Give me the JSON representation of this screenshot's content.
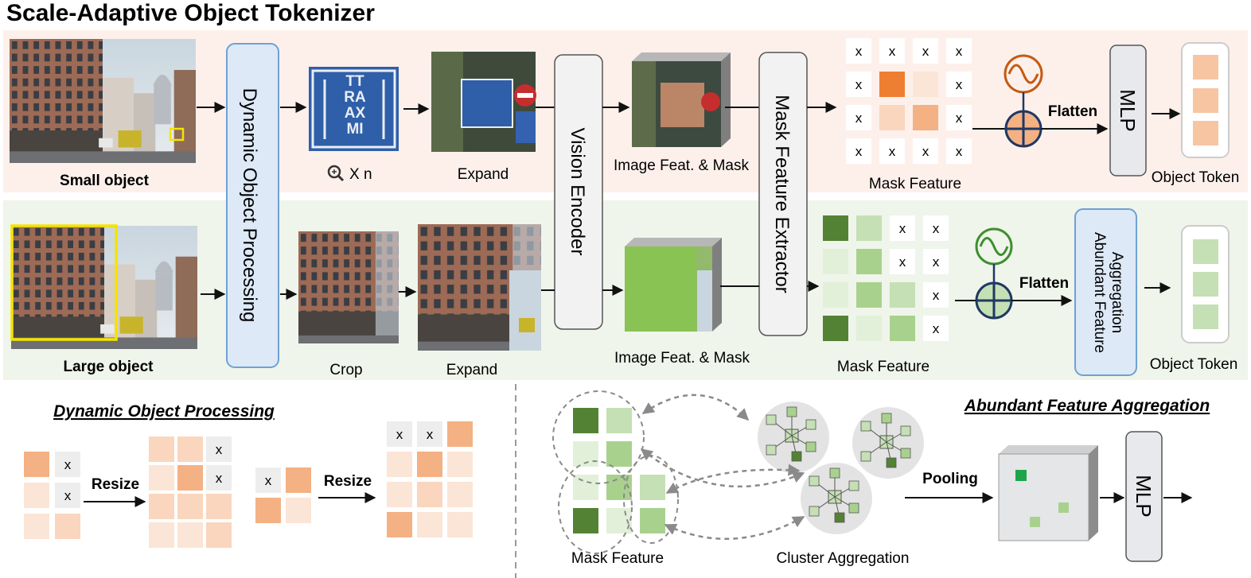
{
  "title": "Scale-Adaptive Object Tokenizer",
  "top": {
    "input_label": "Small object",
    "zoom_label": "X n",
    "expand_label": "Expand",
    "feat_label": "Image Feat. & Mask",
    "mask_feature_label": "Mask Feature",
    "flatten_label": "Flatten",
    "mlp_label": "MLP",
    "token_label": "Object Token",
    "sign_text": [
      "TT",
      "RA",
      "AX",
      "MI"
    ]
  },
  "bottom": {
    "input_label": "Large object",
    "crop_label": "Crop",
    "expand_label": "Expand",
    "feat_label": "Image Feat. & Mask",
    "mask_feature_label": "Mask Feature",
    "flatten_label": "Flatten",
    "afa_label_line1": "Abundant Feature",
    "afa_label_line2": "Aggregation",
    "token_label": "Object Token"
  },
  "modules": {
    "dop": "Dynamic Object Processing",
    "vision_encoder": "Vision Encoder",
    "mask_extractor": "Mask Feature Extractor"
  },
  "legend_dop": {
    "title": "Dynamic Object Processing",
    "resize1": "Resize",
    "resize2": "Resize"
  },
  "legend_afa": {
    "title": "Abundant Feature Aggregation",
    "mask_feature_label": "Mask Feature",
    "cluster_label": "Cluster Aggregation",
    "pooling_label": "Pooling",
    "mlp_label": "MLP"
  },
  "mark": "x",
  "colors": {
    "orange_dark": "#ee7e32",
    "orange_mid": "#f4b183",
    "orange_light": "#f9d6bd",
    "orange_pale": "#fbe5d6",
    "green_dark": "#548235",
    "green_mid": "#a9d18e",
    "green_light": "#c5e0b4",
    "green_pale": "#e2f0d9",
    "gray_cell": "#ededed",
    "top_band": "#fdf0eb",
    "bottom_band": "#eff5ea",
    "module_blue": "#dde9f7",
    "module_gray": "#f2f2f2"
  },
  "icons": [
    "zoom-icon",
    "wave-icon",
    "plus-circle-icon"
  ]
}
